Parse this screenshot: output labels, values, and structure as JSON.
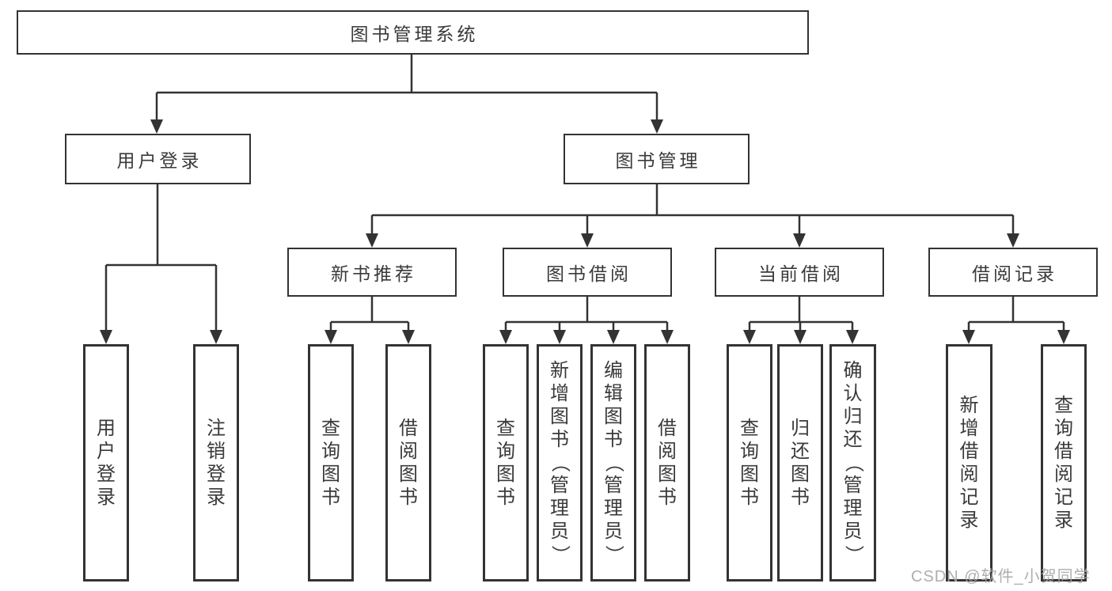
{
  "root": {
    "label": "图书管理系统",
    "children": [
      {
        "label": "用户登录",
        "children": [
          {
            "label": "用户登录"
          },
          {
            "label": "注销登录"
          }
        ]
      },
      {
        "label": "图书管理",
        "children": [
          {
            "label": "新书推荐",
            "children": [
              {
                "label": "查询图书"
              },
              {
                "label": "借阅图书"
              }
            ]
          },
          {
            "label": "图书借阅",
            "children": [
              {
                "label": "查询图书"
              },
              {
                "label": "新增图书（管理员）"
              },
              {
                "label": "编辑图书（管理员）"
              },
              {
                "label": "借阅图书"
              }
            ]
          },
          {
            "label": "当前借阅",
            "children": [
              {
                "label": "查询图书"
              },
              {
                "label": "归还图书"
              },
              {
                "label": "确认归还（管理员）"
              }
            ]
          },
          {
            "label": "借阅记录",
            "children": [
              {
                "label": "新增借阅记录"
              },
              {
                "label": "查询借阅记录"
              }
            ]
          }
        ]
      }
    ]
  },
  "watermark": {
    "text": "CSDN @软件_小贺同学"
  },
  "colors": {
    "line": "#333333",
    "text": "#3a3a3a",
    "box_background": "#ffffff",
    "watermark": "#a5a5a5"
  }
}
